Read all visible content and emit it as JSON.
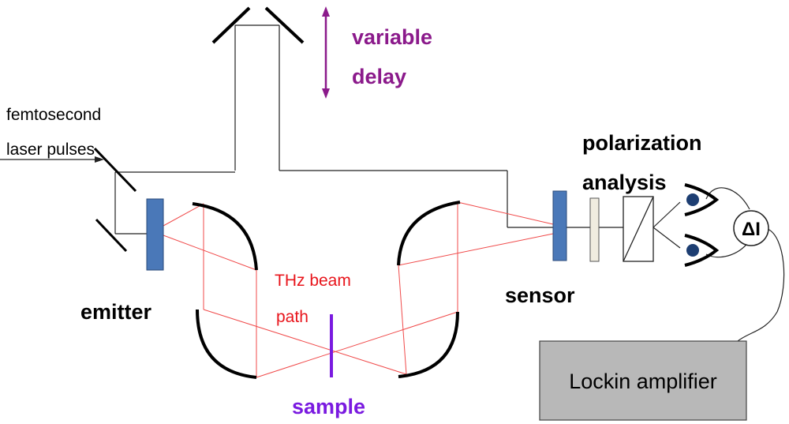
{
  "labels": {
    "variable": "variable",
    "delay": "delay",
    "femtosecond": "femtosecond",
    "laser_pulses": "laser pulses",
    "polarization": "polarization",
    "analysis": "analysis",
    "emitter": "emitter",
    "thz_beam": "THz beam",
    "path": "path",
    "sensor": "sensor",
    "sample": "sample",
    "delta_i": "ΔI",
    "lockin": "Lockin amplifier"
  },
  "colors": {
    "delay_text": "#8b1a8b",
    "thz_text": "#e8141b",
    "thz_beam": "#f04a4a",
    "sample": "#7a1ae0",
    "emitter_sensor": "#4a78b8",
    "detector": "#1d3e72",
    "lockin_box": "#b8b8b8"
  }
}
